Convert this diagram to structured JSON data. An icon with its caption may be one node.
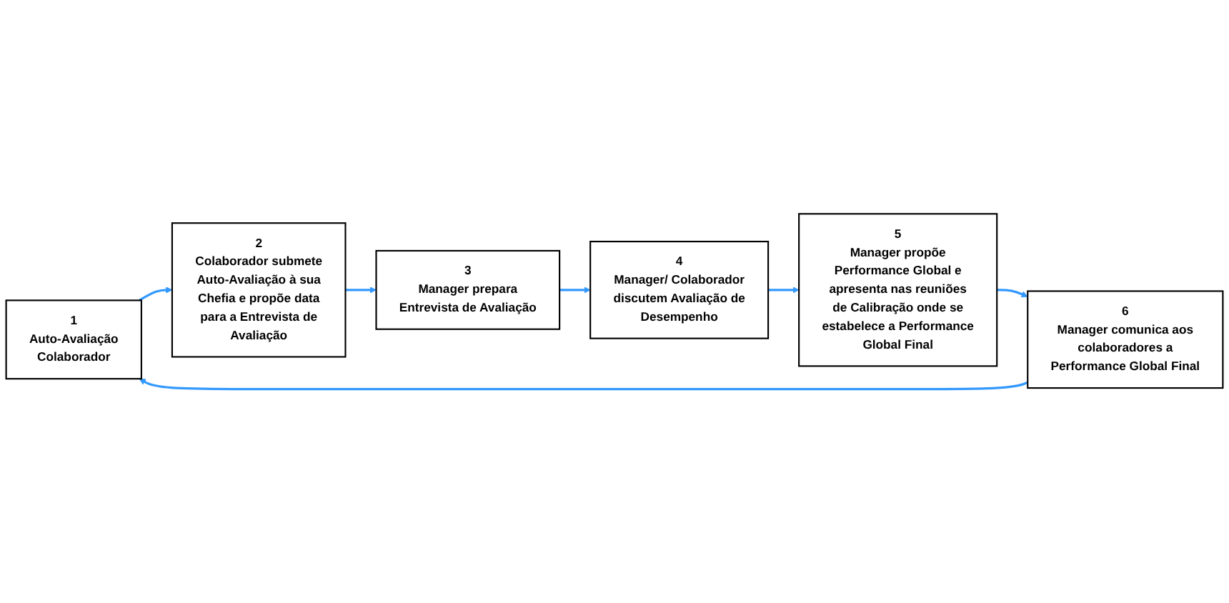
{
  "diagram": {
    "nodes": [
      {
        "text": [
          "1",
          "Auto-Avaliação Colaborador"
        ]
      },
      {
        "text": [
          "2",
          "Colaborador submete Auto-Avaliação à sua Chefia e propõe data para a Entrevista de Avaliação"
        ]
      },
      {
        "text": [
          "3",
          "Manager prepara Entrevista de Avaliação"
        ]
      },
      {
        "text": [
          "4",
          "Manager/ Colaborador discutem Avaliação de Desempenho"
        ]
      },
      {
        "text": [
          "5",
          "Manager propõe Performance Global e apresenta nas reuniões de Calibração onde se estabelece a Performance Global Final"
        ]
      },
      {
        "text": [
          "6",
          "Manager comunica aos colaboradores a Performance Global Final"
        ]
      }
    ],
    "edges": [
      {
        "from": 0,
        "to": 1,
        "arrow": "to"
      },
      {
        "from": 1,
        "to": 2,
        "arrow": "to"
      },
      {
        "from": 2,
        "to": 3,
        "arrow": "to"
      },
      {
        "from": 3,
        "to": 4,
        "arrow": "to"
      },
      {
        "from": 4,
        "to": 5,
        "arrow": "to"
      },
      {
        "from": 5,
        "to": 0,
        "arrow": "to"
      }
    ]
  }
}
